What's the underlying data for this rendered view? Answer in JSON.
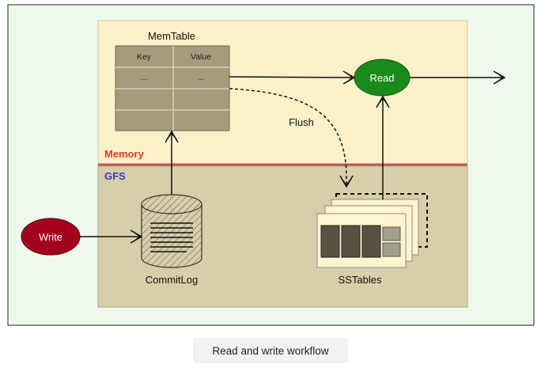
{
  "diagram": {
    "memtable": {
      "title": "MemTable",
      "headers": [
        "Key",
        "Value"
      ],
      "row": [
        "...",
        "..."
      ]
    },
    "labels": {
      "memory": "Memory",
      "gfs": "GFS",
      "flush": "Flush",
      "read": "Read",
      "write": "Write",
      "commitlog": "CommitLog",
      "sstables": "SSTables"
    },
    "colors": {
      "outer_bg": "#eef9ee",
      "memory_bg": "#fdf1c9",
      "gfs_bg": "#d7ceaa",
      "memtable_fill": "#a89a7c",
      "read_node": "#1a8a1a",
      "write_node": "#a3001e",
      "memory_label": "#e0382c",
      "gfs_label": "#3737d8"
    }
  },
  "caption": "Read and write workflow"
}
